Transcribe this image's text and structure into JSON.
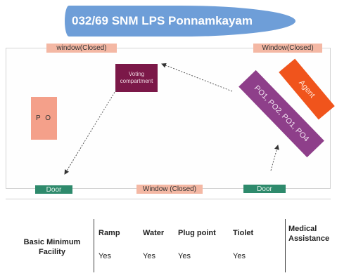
{
  "title": "032/69 SNM LPS Ponnamkayam",
  "layout": {
    "window_top_left": "window(Closed)",
    "window_top_right": "Window(Closed)",
    "window_bottom": "Window (Closed)",
    "door_left": "Door",
    "door_right": "Door",
    "presiding_officer": "P O",
    "voting_compartment": "Voting compartment",
    "polling_officers": "PO1, PO2, PO1, PO4",
    "agent": "Agent"
  },
  "facilities": {
    "heading": "Basic Minimum Facility",
    "columns": [
      {
        "label": "Ramp",
        "value": "Yes"
      },
      {
        "label": "Water",
        "value": "Yes"
      },
      {
        "label": "Plug point",
        "value": "Yes"
      },
      {
        "label": "Tiolet",
        "value": "Yes"
      }
    ],
    "medical": "Medical Assistance"
  },
  "colors": {
    "title_banner": "#6e9ed8",
    "window": "#f4b8a4",
    "door": "#2e8a6c",
    "presiding_officer": "#f4a08a",
    "voting_compartment": "#7b1848",
    "polling_officers": "#8e3f8a",
    "agent": "#f0541c"
  }
}
